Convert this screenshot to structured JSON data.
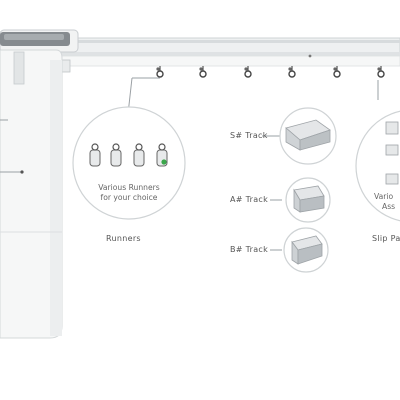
{
  "runners_circle": {
    "caption_line1": "Various Runners",
    "caption_line2": "for your choice"
  },
  "labels": {
    "runners": "Runners",
    "s_track": "S# Track",
    "a_track": "A# Track",
    "b_track": "B# Track",
    "slip_partial": "Slip Pa"
  },
  "right_circle": {
    "line1_partial": "Vario",
    "line2_partial": "Ass"
  },
  "colors": {
    "rail": "#e9ebec",
    "rail_shadow": "#cfd3d5",
    "motor_body": "#f4f5f5",
    "motor_cap": "#8a8f93",
    "line": "#9aa0a4",
    "accent_green": "#3aa64a"
  },
  "icons": [
    "curtain-motor-icon",
    "curtain-rail-icon",
    "runner-hook-icon",
    "track-profile-icon"
  ]
}
